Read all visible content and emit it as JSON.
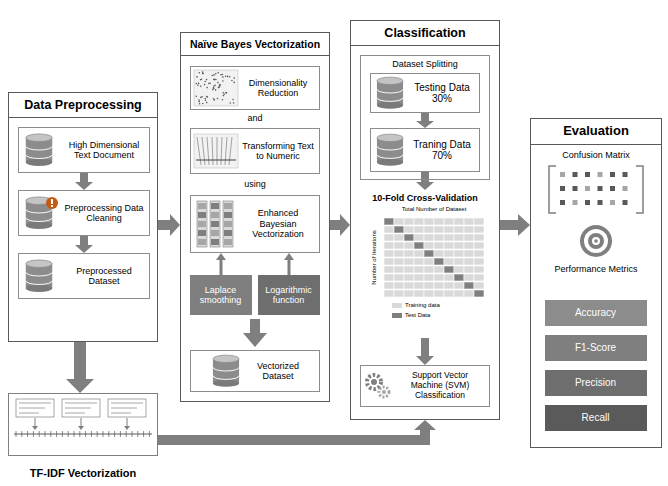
{
  "diagram": {
    "nodes": [
      {
        "text": [
          "Data Preprocessing"
        ]
      },
      {
        "text": [
          "High Dimensional Text Document"
        ],
        "in": 0
      },
      {
        "text": [
          "Preprocessing Data Cleaning"
        ],
        "in": 0
      },
      {
        "text": [
          "Preprocessed Dataset"
        ],
        "in": 0
      },
      {
        "text": [
          "Naïve Bayes Vectorization"
        ]
      },
      {
        "text": [
          "Dimensionality Reduction"
        ],
        "in": 4
      },
      {
        "text": [
          "Transforming Text to Numeric"
        ],
        "in": 4
      },
      {
        "text": [
          "Enhanced Bayesian Vectorization"
        ],
        "in": 4
      },
      {
        "text": [
          "Laplace smoothing"
        ],
        "in": 4
      },
      {
        "text": [
          "Logarithmic function"
        ],
        "in": 4
      },
      {
        "text": [
          "Vectorized Dataset"
        ],
        "in": 4
      },
      {
        "text": [
          "Classification"
        ]
      },
      {
        "text": [
          "Dataset Splitting"
        ],
        "in": 11
      },
      {
        "text": [
          "Testing Data 30%"
        ],
        "in": 12
      },
      {
        "text": [
          "Traning Data 70%"
        ],
        "in": 12
      },
      {
        "text": [
          "10-Fold Cross-Validation"
        ],
        "in": 11
      },
      {
        "text": [
          "Support Vector Machine (SVM) Classification"
        ],
        "in": 11
      },
      {
        "text": [
          "Evaluation"
        ]
      },
      {
        "text": [
          "Accuracy"
        ],
        "in": 17
      },
      {
        "text": [
          "F1-Score"
        ],
        "in": 17
      },
      {
        "text": [
          "Precision"
        ],
        "in": 17
      },
      {
        "text": [
          "Recall"
        ],
        "in": 17
      },
      {
        "text": [
          "TF-IDF Vectorization"
        ]
      }
    ],
    "edges": [
      {
        "from": 1,
        "to": 2,
        "arrow": "to"
      },
      {
        "from": 2,
        "to": 3,
        "arrow": "to"
      },
      {
        "from": 0,
        "to": 4,
        "arrow": "to"
      },
      {
        "from": 4,
        "to": 11,
        "arrow": "to"
      },
      {
        "from": 11,
        "to": 17,
        "arrow": "to"
      },
      {
        "from": 8,
        "to": 7,
        "arrow": "to"
      },
      {
        "from": 9,
        "to": 7,
        "arrow": "to"
      },
      {
        "from": 13,
        "to": 14,
        "arrow": "to"
      },
      {
        "from": 14,
        "to": 15,
        "arrow": "to"
      },
      {
        "from": 15,
        "to": 16,
        "arrow": "to"
      },
      {
        "from": 0,
        "to": 22,
        "arrow": "to"
      },
      {
        "from": 22,
        "to": 11,
        "arrow": "to"
      }
    ],
    "labels": [
      "and",
      "using",
      "Total Number of Dataset",
      "Number of Iterations",
      "Confusion Matrix",
      "Performance Metrics"
    ],
    "legend": [
      {
        "text": "Training data",
        "color": "#d9d9d9"
      },
      {
        "text": "Test Data",
        "color": "#7f7f7f"
      }
    ]
  }
}
